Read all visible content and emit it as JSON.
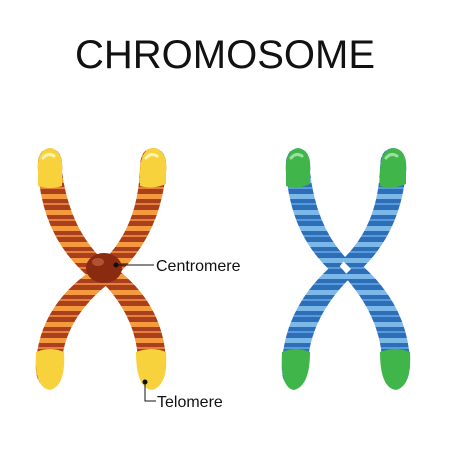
{
  "title": "CHROMOSOME",
  "labels": {
    "centromere": "Centromere",
    "telomere": "Telomere"
  },
  "colors": {
    "left_arm": "#a8401e",
    "left_band": "#f59b3d",
    "left_tip": "#f7d23c",
    "left_centromere": "#8a2a10",
    "right_arm": "#2c6fb8",
    "right_band": "#7cb8e8",
    "right_tip": "#3fb54a"
  }
}
